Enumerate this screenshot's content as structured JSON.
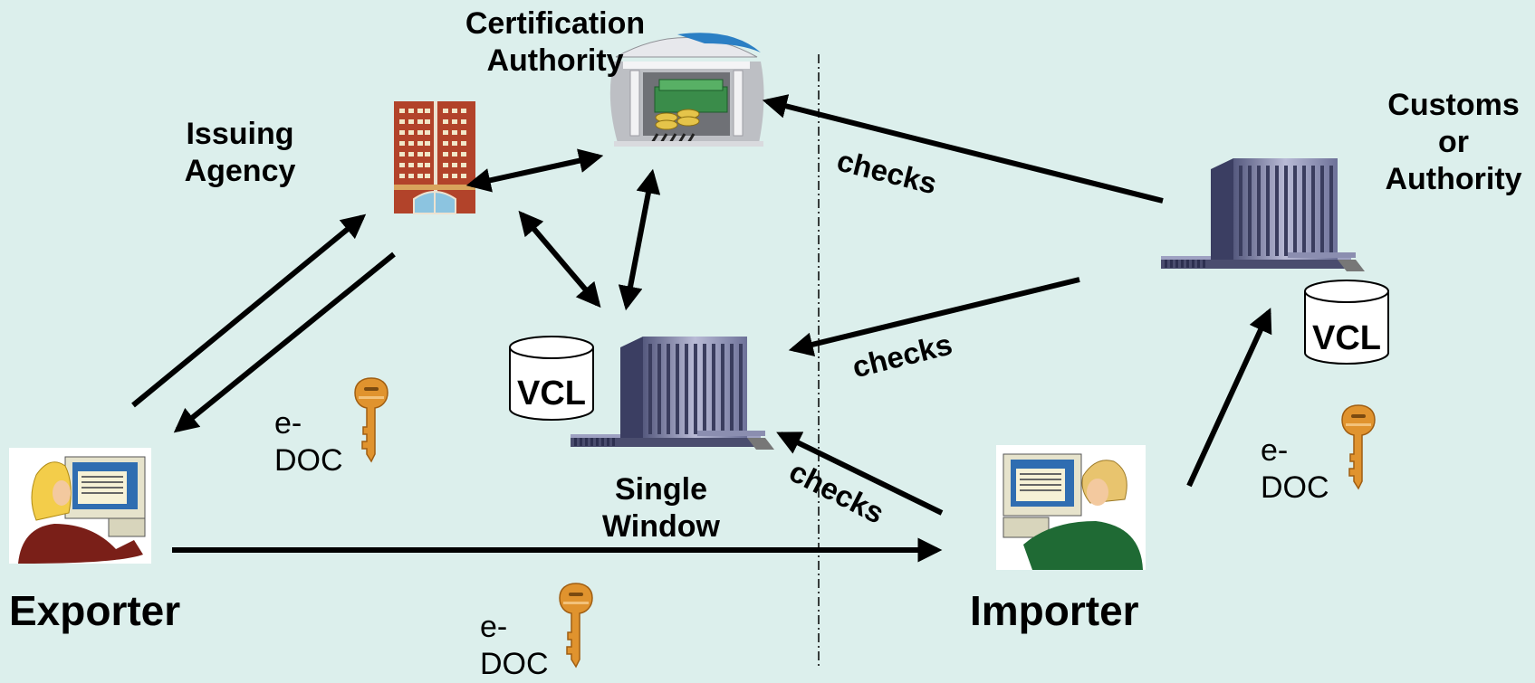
{
  "labels": {
    "certification_authority": [
      "Certification",
      "Authority"
    ],
    "issuing_agency": [
      "Issuing",
      "Agency"
    ],
    "customs_authority": [
      "Customs",
      "or",
      "Authority"
    ],
    "single_window": [
      "Single",
      "Window"
    ],
    "exporter": "Exporter",
    "importer": "Importer",
    "vcl": "VCL",
    "edoc": [
      "e-",
      "DOC"
    ],
    "checks": "checks"
  },
  "colors": {
    "background": "#dcefec",
    "arrow": "#000000",
    "key": "#e0932e"
  }
}
